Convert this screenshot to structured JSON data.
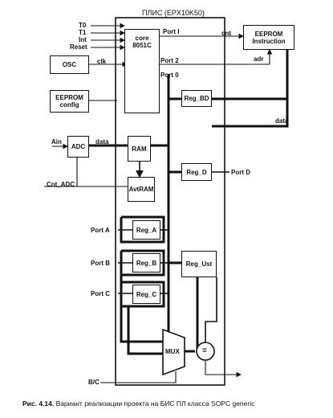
{
  "figure": {
    "chip_title": "ПЛИС (EPX10K50)",
    "caption_prefix": "Рис. 4.14.",
    "caption_text": "Вариант реализации проекта на БИС ПЛ класса SOPC generic"
  },
  "inputs": [
    "T0",
    "T1",
    "Int",
    "Reset"
  ],
  "blocks": {
    "core": "core 8051C",
    "eeprom_instruction": "EEPROM Instruction",
    "osc": "OSC",
    "eeprom_config": "EEPROM config",
    "reg_bd": "Reg_BD",
    "adc": "ADC",
    "ram": "RAM",
    "avtram": "AvtRAM",
    "reg_d": "Reg_D",
    "reg_a": "Reg_A",
    "reg_b": "Reg_B",
    "reg_c": "Reg_C",
    "reg_ust": "Reg_Ust",
    "mux": "MUX",
    "comparator": "="
  },
  "signals": {
    "port_i": "Port I",
    "cnt": "cnt",
    "clk": "clk",
    "port_2": "Port 2",
    "port_0": "Port 0",
    "adr": "adr",
    "data_right": "data",
    "ain": "Ain",
    "data_adc": "data",
    "cnt_adc": "Cnt_ADC",
    "port_d": "Port D",
    "port_a": "Port A",
    "port_b": "Port B",
    "port_c": "Port C",
    "bc": "B/C"
  }
}
